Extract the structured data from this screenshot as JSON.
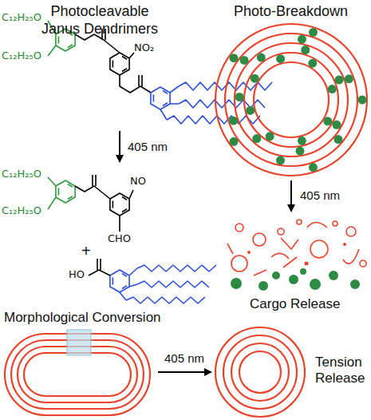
{
  "diagram": {
    "labels": [
      "Photocleavable Janus Dendrimers",
      "Photo-Breakdown",
      "C₁₂H₂₅O",
      "C₁₂H₂₅O",
      "NO₂",
      "405 nm",
      "405 nm",
      "C₁₂H₂₅O",
      "C₁₂H₂₅O",
      "NO",
      "CHO",
      "+",
      "HO",
      "Cargo Release",
      "Morphological Conversion",
      "405 nm",
      "Tension Release"
    ]
  }
}
